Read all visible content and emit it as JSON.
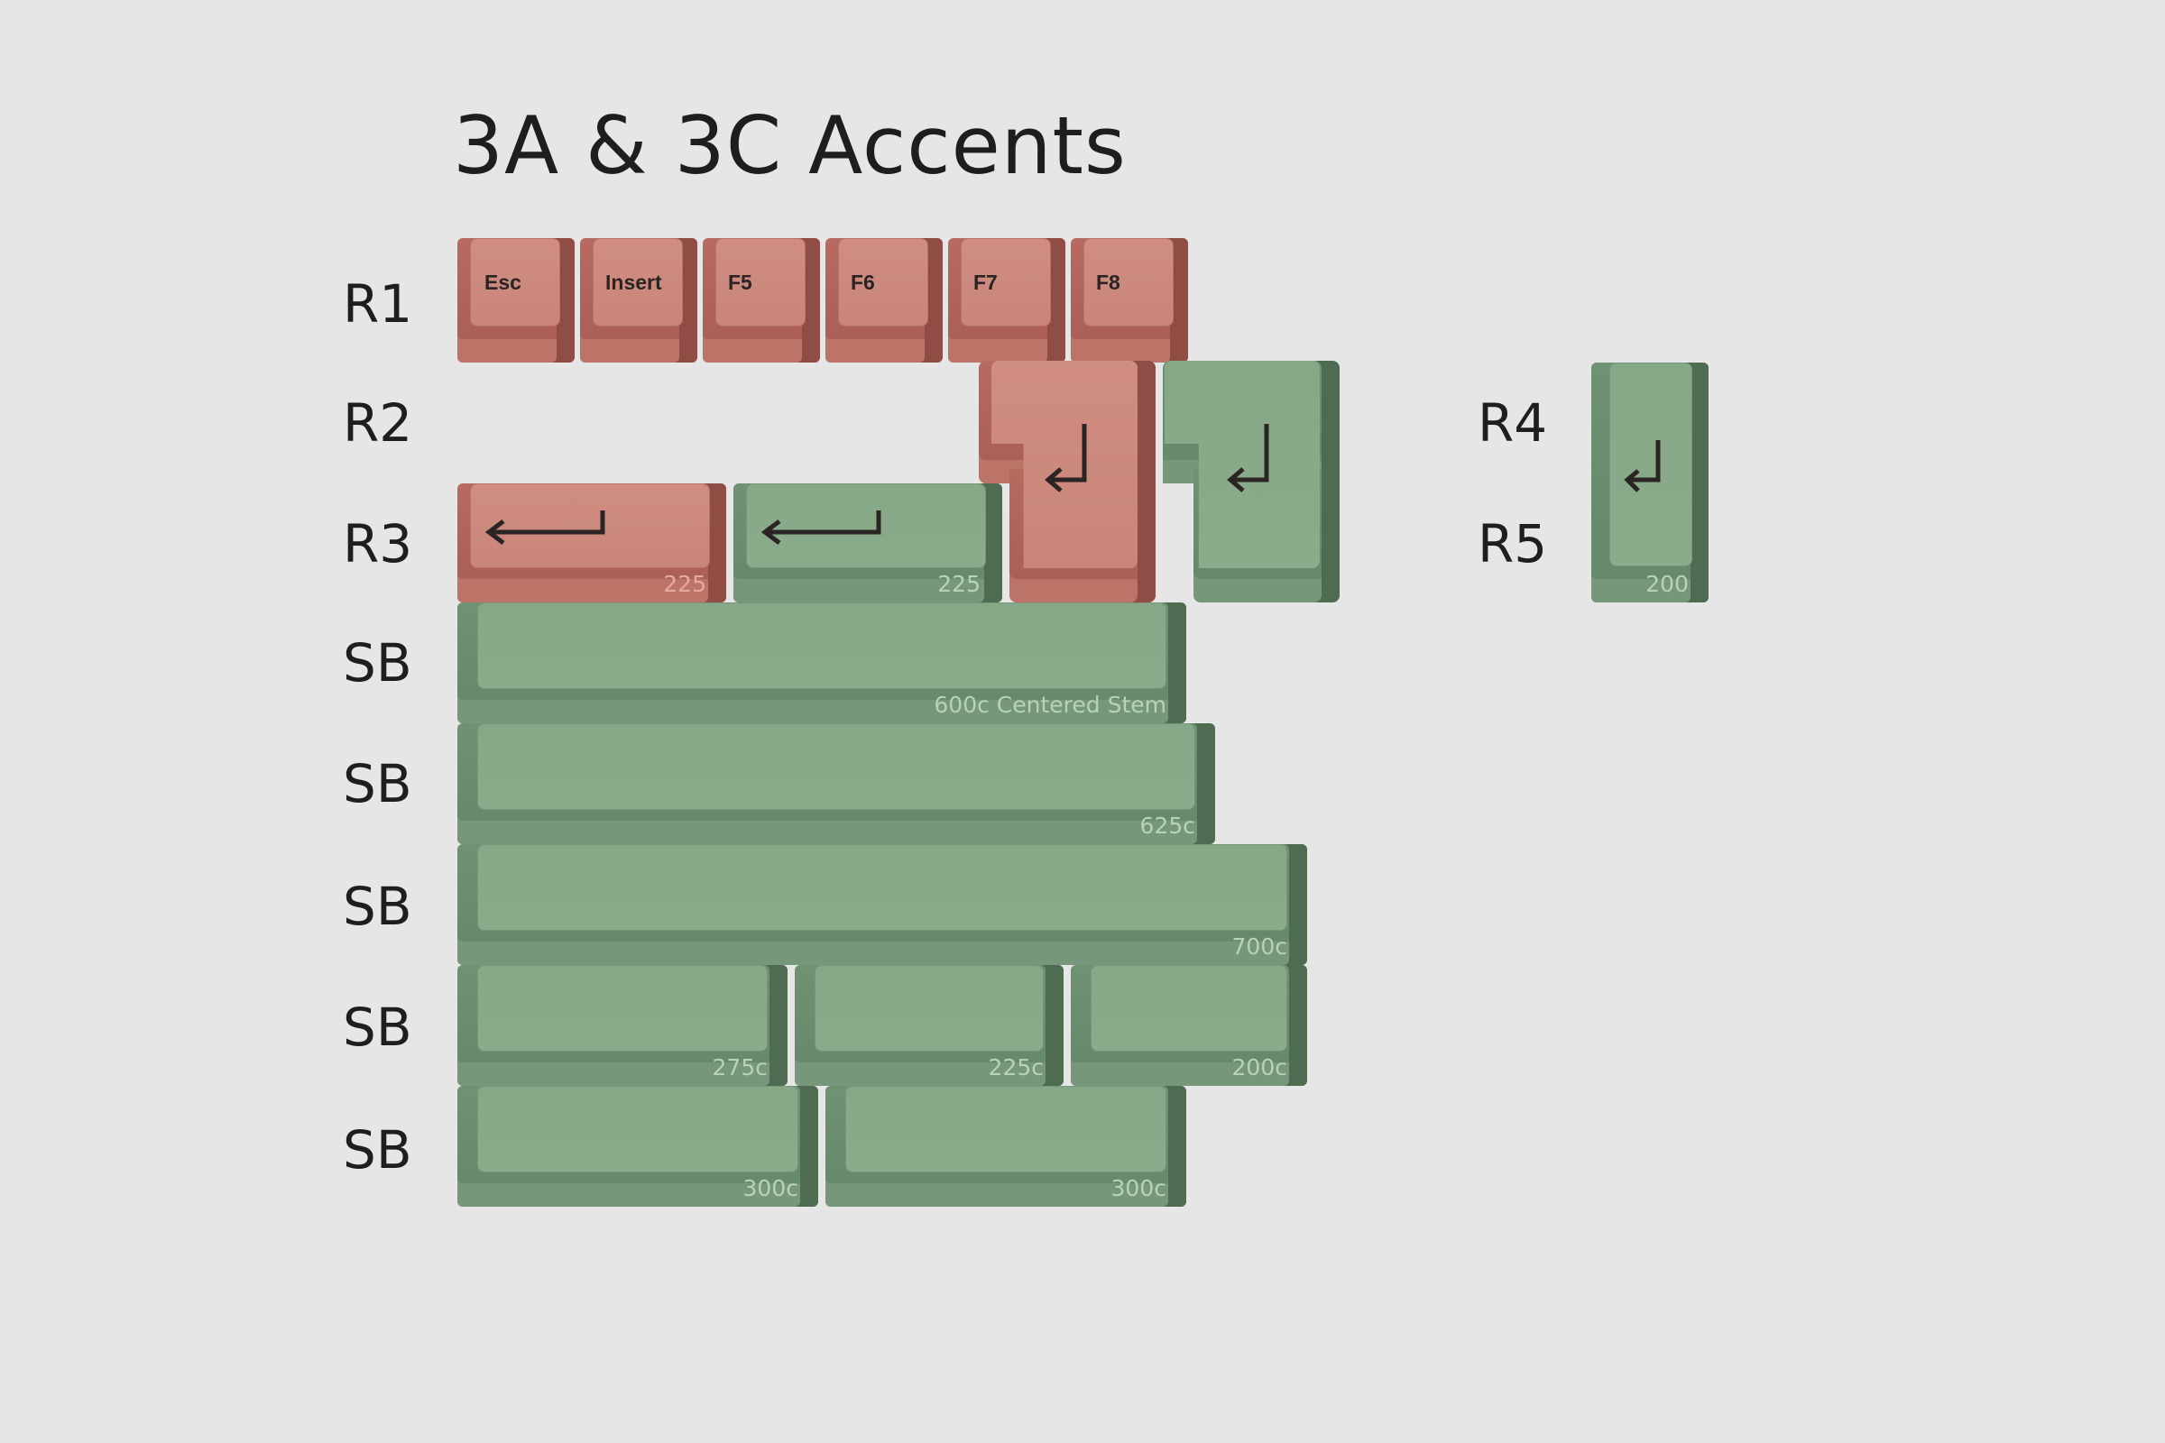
{
  "title": "3A & 3C Accents",
  "colors": {
    "background": "#e6e6e6",
    "pink": "#c98579",
    "green": "#86a886",
    "legend": "#2a2424"
  },
  "row_labels": {
    "r1": "R1",
    "r2": "R2",
    "r3": "R3",
    "r4": "R4",
    "r5": "R5",
    "sb": "SB"
  },
  "r1_keys": [
    "Esc",
    "Insert",
    "F5",
    "F6",
    "F7",
    "F8"
  ],
  "sizes": {
    "r3_pink": "225",
    "r3_green": "225",
    "iso_green_r4": "200",
    "sb1": "600c Centered Stem",
    "sb2": "625c",
    "sb3": "700c",
    "sb4a": "275c",
    "sb4b": "225c",
    "sb4c": "200c",
    "sb5a": "300c",
    "sb5b": "300c"
  },
  "icons": {
    "enter": "return-arrow-icon",
    "backspace": "left-arrow-icon"
  }
}
